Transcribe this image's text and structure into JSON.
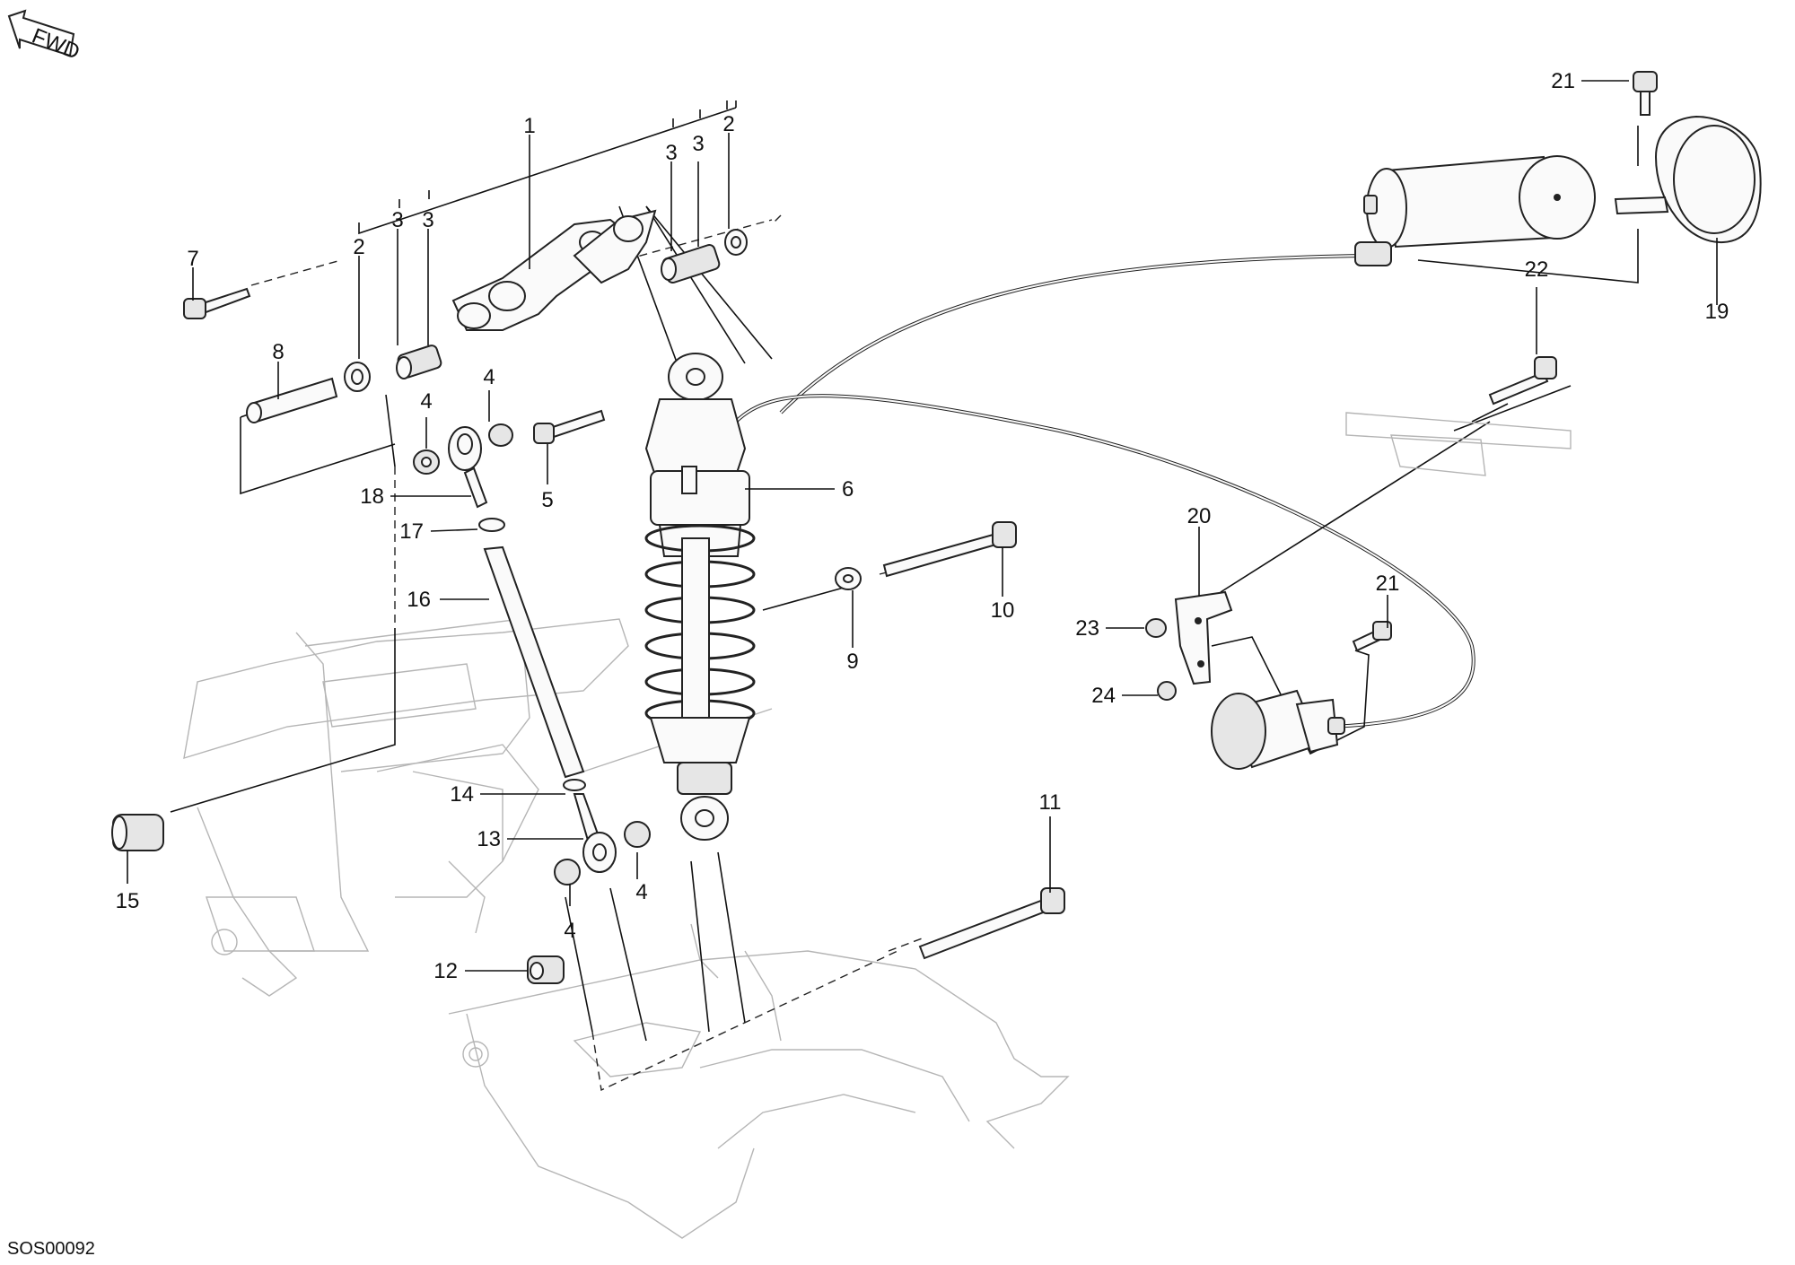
{
  "fwd_label": "FWD",
  "drawing_code": "SOS00092",
  "callouts": [
    {
      "id": "c1",
      "text": "1"
    },
    {
      "id": "c2a",
      "text": "2"
    },
    {
      "id": "c2b",
      "text": "2"
    },
    {
      "id": "c3a",
      "text": "3"
    },
    {
      "id": "c3b",
      "text": "3"
    },
    {
      "id": "c3c",
      "text": "3"
    },
    {
      "id": "c3d",
      "text": "3"
    },
    {
      "id": "c4a",
      "text": "4"
    },
    {
      "id": "c4b",
      "text": "4"
    },
    {
      "id": "c4c",
      "text": "4"
    },
    {
      "id": "c4d",
      "text": "4"
    },
    {
      "id": "c5",
      "text": "5"
    },
    {
      "id": "c6",
      "text": "6"
    },
    {
      "id": "c7",
      "text": "7"
    },
    {
      "id": "c8",
      "text": "8"
    },
    {
      "id": "c9",
      "text": "9"
    },
    {
      "id": "c10",
      "text": "10"
    },
    {
      "id": "c11",
      "text": "11"
    },
    {
      "id": "c12",
      "text": "12"
    },
    {
      "id": "c13",
      "text": "13"
    },
    {
      "id": "c14",
      "text": "14"
    },
    {
      "id": "c15",
      "text": "15"
    },
    {
      "id": "c16",
      "text": "16"
    },
    {
      "id": "c17",
      "text": "17"
    },
    {
      "id": "c18",
      "text": "18"
    },
    {
      "id": "c19",
      "text": "19"
    },
    {
      "id": "c20",
      "text": "20"
    },
    {
      "id": "c21a",
      "text": "21"
    },
    {
      "id": "c21b",
      "text": "21"
    },
    {
      "id": "c22",
      "text": "22"
    },
    {
      "id": "c23",
      "text": "23"
    },
    {
      "id": "c24",
      "text": "24"
    }
  ]
}
